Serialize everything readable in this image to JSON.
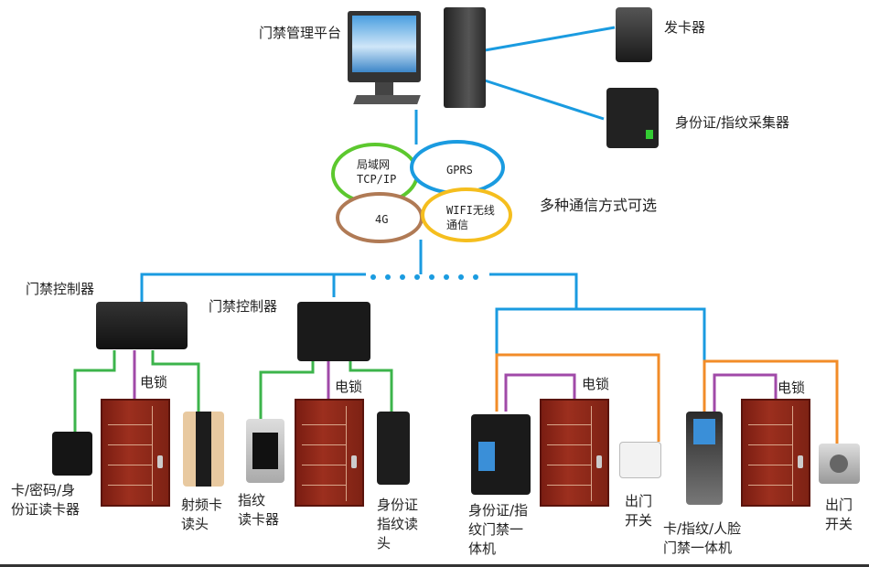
{
  "platform": {
    "label": "门禁管理平台"
  },
  "card_issuer": {
    "label": "发卡器"
  },
  "id_collector": {
    "label": "身份证/指纹采集器"
  },
  "network": {
    "clouds": [
      {
        "label_line1": "局域网",
        "label_line2": "TCP/IP",
        "color": "#5cc82e"
      },
      {
        "label_line1": "GPRS",
        "color": "#1a9be0"
      },
      {
        "label_line1": "4G",
        "color": "#b07a55"
      },
      {
        "label_line1": "WIFI无线",
        "label_line2": "通信",
        "color": "#f5be1e"
      }
    ],
    "caption": "多种通信方式可选"
  },
  "controllers": [
    {
      "label": "门禁控制器"
    },
    {
      "label": "门禁控制器"
    }
  ],
  "lock_label": "电锁",
  "devices": {
    "keypad_reader": {
      "line1": "卡/密码/身",
      "line2": "份证读卡器"
    },
    "rfid_reader": {
      "line1": "射频卡",
      "line2": "读头"
    },
    "fingerprint_reader": {
      "line1": "指纹",
      "line2": "读卡器"
    },
    "id_fp_reader": {
      "line1": "身份证",
      "line2": "指纹读",
      "line3": "头"
    },
    "id_fp_terminal": {
      "line1": "身份证/指",
      "line2": "纹门禁一",
      "line3": "体机"
    },
    "exit_switch_1": {
      "line1": "出门",
      "line2": "开关"
    },
    "face_terminal": {
      "line1": "卡/指纹/人脸",
      "line2": "门禁一体机"
    },
    "exit_switch_2": {
      "line1": "出门",
      "line2": "开关"
    }
  },
  "colors": {
    "network": "#1a9be0",
    "data": "#3cb44b",
    "lock": "#a04aa8",
    "exit": "#f28c28"
  }
}
